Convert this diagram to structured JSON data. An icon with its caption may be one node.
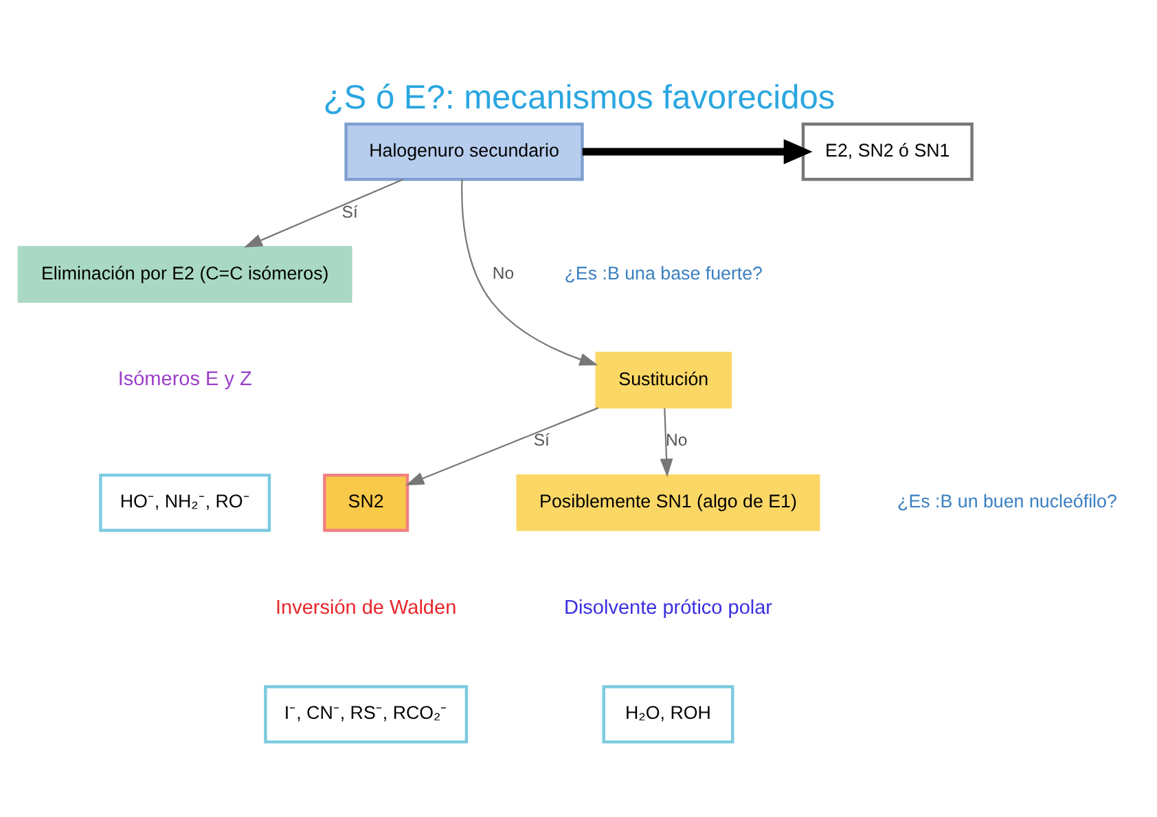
{
  "diagram": {
    "title": "¿S ó E?: mecanismos favorecidos",
    "nodes": [
      {
        "text": [
          "Halogenuro secundario"
        ]
      },
      {
        "text": [
          "E2, SN2 ó SN1"
        ]
      },
      {
        "text": [
          "Eliminación por E2 (C=C isómeros)"
        ],
        "beside": [
          "Isómeros E y Z"
        ]
      },
      {
        "text": [
          "HO⁻, NH₂⁻, RO⁻"
        ]
      },
      {
        "text": [
          "Sustitución"
        ]
      },
      {
        "text": [
          "SN2"
        ],
        "beside": [
          "Inversión de Walden"
        ]
      },
      {
        "text": [
          "I⁻, CN⁻, RS⁻, RCO₂⁻"
        ]
      },
      {
        "text": [
          "Posiblemente SN1 (algo de E1)"
        ],
        "beside": [
          "Disolvente prótico polar"
        ]
      },
      {
        "text": [
          "H₂O, ROH"
        ]
      }
    ],
    "edges": [
      {
        "from": 0,
        "to": 1,
        "arrow": "to",
        "style": "thick",
        "color": "#000000"
      },
      {
        "from": 0,
        "to": 2,
        "arrow": "to",
        "label": "Sí"
      },
      {
        "from": 0,
        "to": 4,
        "arrow": "to",
        "label": "No"
      },
      {
        "from": 4,
        "to": 5,
        "arrow": "to",
        "label": "Sí"
      },
      {
        "from": 4,
        "to": 7,
        "arrow": "to",
        "label": "No"
      }
    ],
    "labels": [
      "¿Es :B una base fuerte?",
      "¿Es :B un buen nucleófilo?"
    ]
  }
}
